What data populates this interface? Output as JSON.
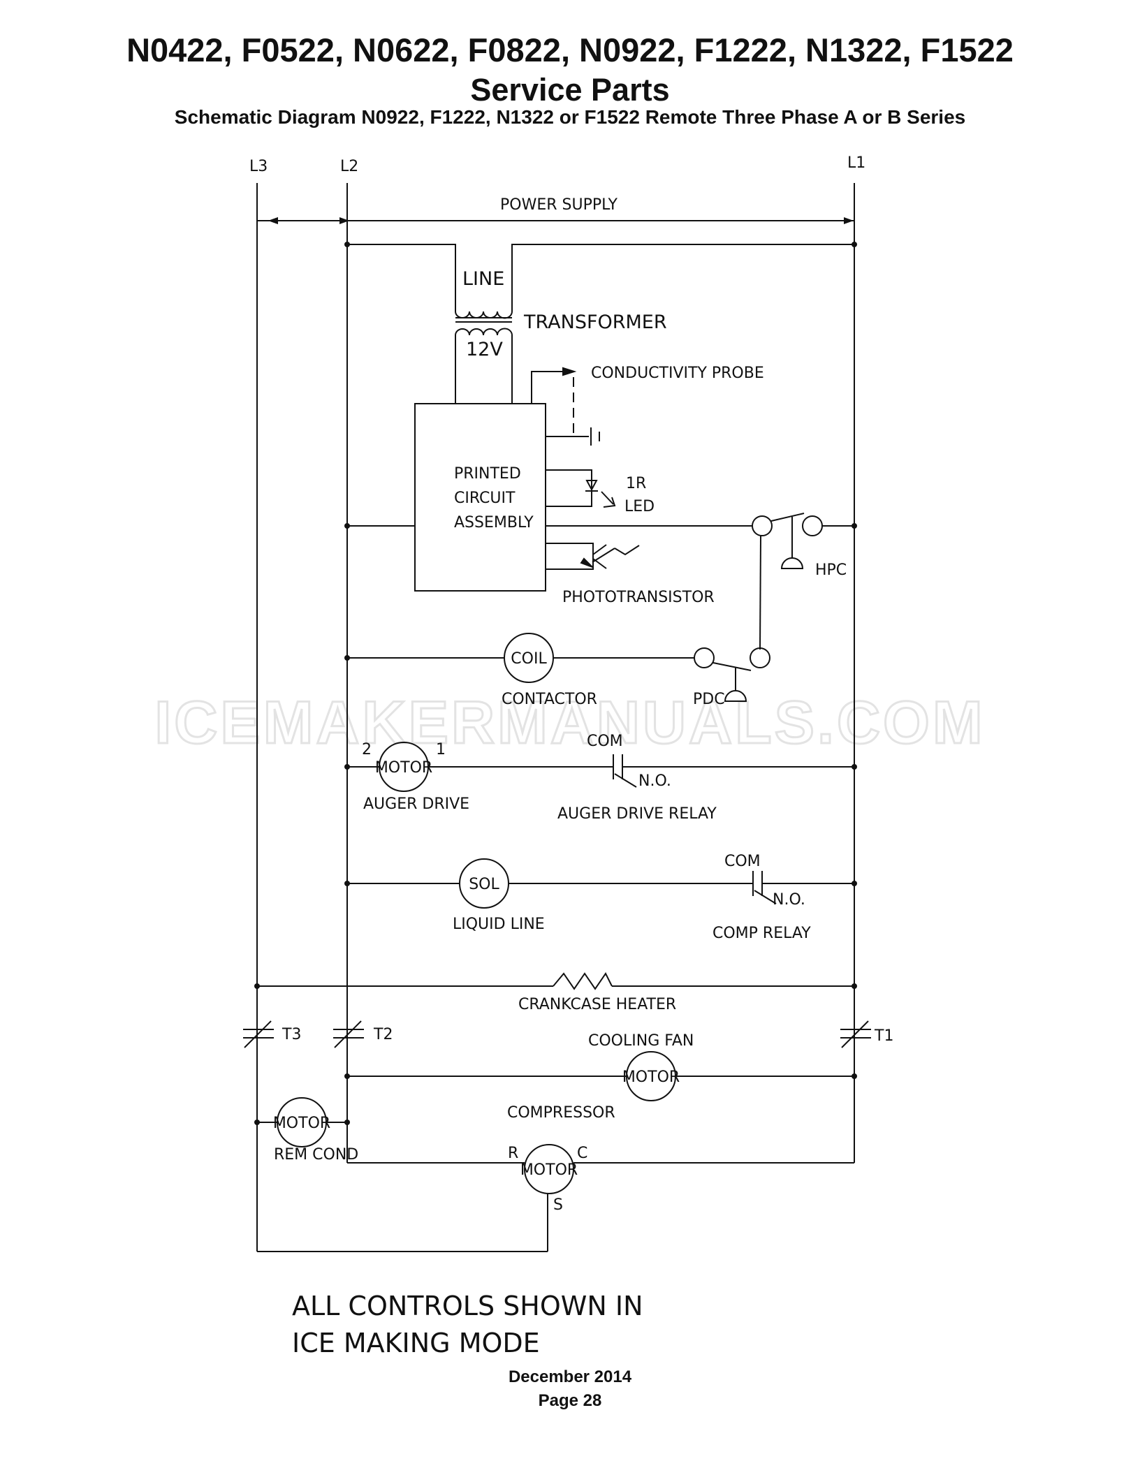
{
  "header": {
    "title": "N0422, F0522, N0622, F0822, N0922, F1222, N1322, F1522",
    "subtitle": "Service Parts",
    "caption": "Schematic Diagram N0922, F1222, N1322 or F1522 Remote Three Phase A or B Series"
  },
  "watermark": "ICEMAKERMANUALS.COM",
  "diagram": {
    "lines": {
      "l1": "L1",
      "l2": "L2",
      "l3": "L3"
    },
    "power_supply": "POWER SUPPLY",
    "transformer": {
      "primary": "LINE",
      "name": "TRANSFORMER",
      "secondary": "12V"
    },
    "conductivity_probe": "CONDUCTIVITY PROBE",
    "pcb": {
      "line1": "PRINTED",
      "line2": "CIRCUIT",
      "line3": "ASSEMBLY"
    },
    "led": {
      "line1": "1R",
      "line2": "LED"
    },
    "phototransistor": "PHOTOTRANSISTOR",
    "hpc": "HPC",
    "pdc": "PDC",
    "contactor": {
      "symbol": "COIL",
      "name": "CONTACTOR"
    },
    "auger_motor": {
      "symbol": "MOTOR",
      "name": "AUGER DRIVE",
      "term_left": "2",
      "term_right": "1"
    },
    "auger_relay": {
      "com": "COM",
      "no": "N.O.",
      "name": "AUGER DRIVE RELAY"
    },
    "solenoid": {
      "symbol": "SOL",
      "name": "LIQUID LINE"
    },
    "comp_relay": {
      "com": "COM",
      "no": "N.O.",
      "name": "COMP RELAY"
    },
    "crankcase_heater": "CRANKCASE HEATER",
    "contacts": {
      "t1": "T1",
      "t2": "T2",
      "t3": "T3"
    },
    "cooling_fan": {
      "name": "COOLING FAN",
      "symbol": "MOTOR"
    },
    "remote_condenser": {
      "symbol": "MOTOR",
      "name": "REM COND"
    },
    "compressor": {
      "name": "COMPRESSOR",
      "symbol": "MOTOR",
      "r": "R",
      "c": "C",
      "s": "S"
    },
    "note": {
      "line1": "ALL CONTROLS SHOWN IN",
      "line2": "ICE MAKING MODE"
    }
  },
  "footer": {
    "date": "December 2014",
    "page": "Page 28"
  }
}
